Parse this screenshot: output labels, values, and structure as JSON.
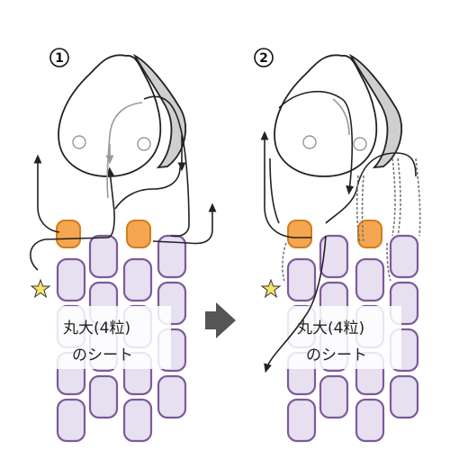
{
  "steps": [
    {
      "number": "1",
      "label_line1": "丸大(4粒)",
      "label_line2": "のシート"
    },
    {
      "number": "2",
      "label_line1": "丸大(4粒)",
      "label_line2": "のシート"
    }
  ],
  "colors": {
    "bead_fill": "#e6e0f0",
    "bead_stroke": "#7d5a9b",
    "orange_fill": "#f5a650",
    "orange_stroke": "#d37c1e",
    "arrow": "#555555"
  },
  "icons": {
    "start_marker": "star-icon",
    "next_step": "right-arrow-icon"
  }
}
